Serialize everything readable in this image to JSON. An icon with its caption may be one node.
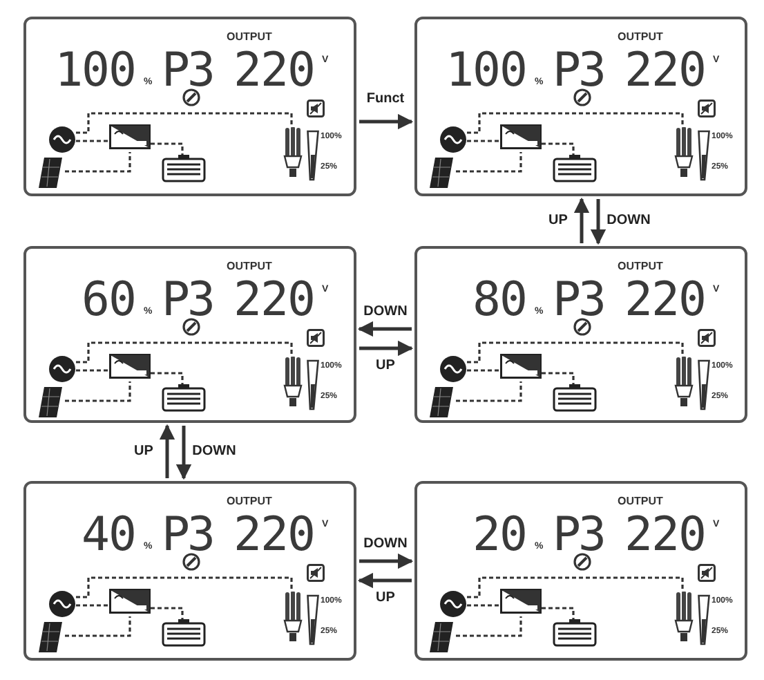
{
  "diagram": {
    "nodes": [
      {
        "text": [
          "100",
          "%",
          "P3",
          "OUTPUT",
          "220",
          "V",
          "100%",
          "25%"
        ]
      },
      {
        "text": [
          "100",
          "%",
          "P3",
          "OUTPUT",
          "220",
          "V",
          "100%",
          "25%"
        ]
      },
      {
        "text": [
          "60",
          "%",
          "P3",
          "OUTPUT",
          "220",
          "V",
          "100%",
          "25%"
        ]
      },
      {
        "text": [
          "80",
          "%",
          "P3",
          "OUTPUT",
          "220",
          "V",
          "100%",
          "25%"
        ]
      },
      {
        "text": [
          "40",
          "%",
          "P3",
          "OUTPUT",
          "220",
          "V",
          "100%",
          "25%"
        ]
      },
      {
        "text": [
          "20",
          "%",
          "P3",
          "OUTPUT",
          "220",
          "V",
          "100%",
          "25%"
        ]
      }
    ],
    "edges": [
      {
        "from": 0,
        "to": 1,
        "arrow": "to",
        "label": "Funct"
      },
      {
        "from": 3,
        "to": 1,
        "arrow": "to",
        "label": "UP"
      },
      {
        "from": 1,
        "to": 3,
        "arrow": "to",
        "label": "DOWN"
      },
      {
        "from": 3,
        "to": 2,
        "arrow": "to",
        "label": "DOWN"
      },
      {
        "from": 2,
        "to": 3,
        "arrow": "to",
        "label": "UP"
      },
      {
        "from": 4,
        "to": 2,
        "arrow": "to",
        "label": "UP"
      },
      {
        "from": 2,
        "to": 4,
        "arrow": "to",
        "label": "DOWN"
      },
      {
        "from": 4,
        "to": 5,
        "arrow": "to",
        "label": "DOWN"
      },
      {
        "from": 5,
        "to": 4,
        "arrow": "to",
        "label": "UP"
      }
    ]
  }
}
